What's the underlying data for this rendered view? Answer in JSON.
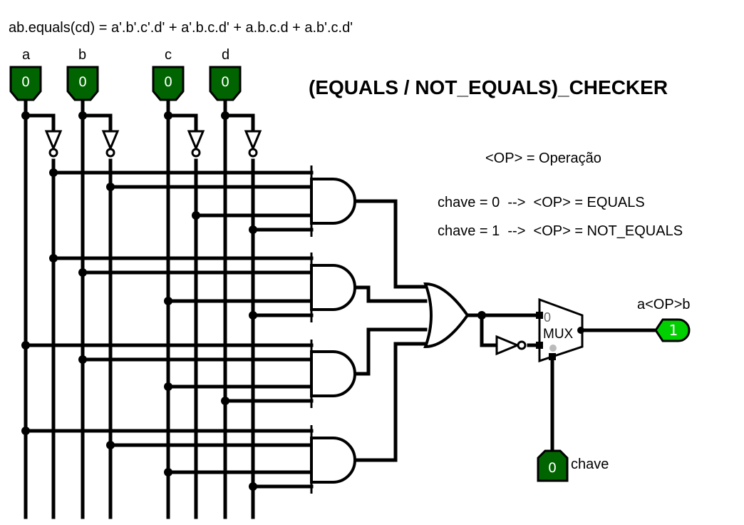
{
  "expression": "ab.equals(cd) = a'.b'.c'.d' + a'.b.c.d' + a.b.c.d + a.b'.c.d'",
  "title": "(EQUALS / NOT_EQUALS)_CHECKER",
  "notes": {
    "op_definition": "<OP> = Operação",
    "chave0": "chave = 0  -->  <OP> = EQUALS",
    "chave1": "chave = 1  -->  <OP> = NOT_EQUALS"
  },
  "inputs": [
    {
      "label": "a",
      "value": "0"
    },
    {
      "label": "b",
      "value": "0"
    },
    {
      "label": "c",
      "value": "0"
    },
    {
      "label": "d",
      "value": "0"
    }
  ],
  "selector": {
    "label": "chave",
    "value": "0"
  },
  "output": {
    "label": "a<OP>b",
    "value": "1"
  },
  "mux": {
    "label": "MUX",
    "input0_label": "0"
  },
  "colors": {
    "wire": "#000000",
    "input_pin_fill": "#006400",
    "output_pin_fill": "#00d000",
    "pin_text": "#ffffff",
    "output_text": "#ffffff"
  }
}
